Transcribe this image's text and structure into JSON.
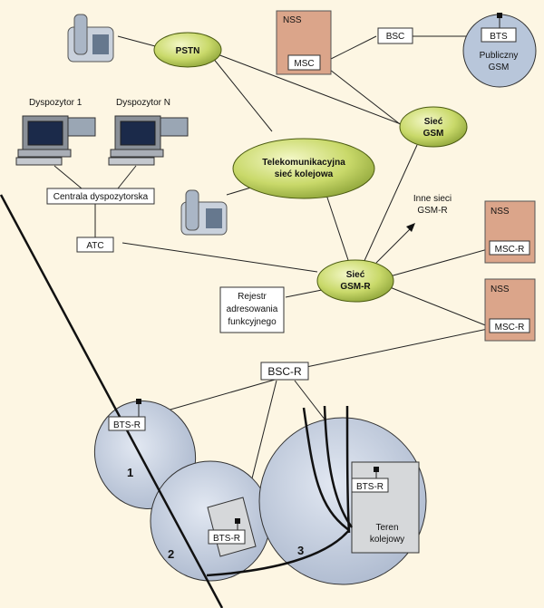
{
  "pstn": "PSTN",
  "telekom": [
    "Telekomunikacyjna",
    "sieć kolejowa"
  ],
  "siec_gsm": [
    "Sieć",
    "GSM"
  ],
  "siec_gsmr": [
    "Sieć",
    "GSM-R"
  ],
  "nss_top": "NSS",
  "msc_top": "MSC",
  "bsc_top": "BSC",
  "bts_top": "BTS",
  "publiczny_gsm": [
    "Publiczny",
    "GSM"
  ],
  "dyspozytor_1": "Dyspozytor 1",
  "dyspozytor_n": "Dyspozytor N",
  "centrala": "Centrala dyspozytorska",
  "atc": "ATC",
  "inne_sieci": [
    "Inne sieci",
    "GSM-R"
  ],
  "nss_r1": "NSS",
  "mscr_1": "MSC-R",
  "nss_r2": "NSS",
  "mscr_2": "MSC-R",
  "rejestr": [
    "Rejestr",
    "adresowania",
    "funkcyjnego"
  ],
  "bscr": "BSC-R",
  "btsr_1": "BTS-R",
  "btsr_2": "BTS-R",
  "btsr_3": "BTS-R",
  "cell_1": "1",
  "cell_2": "2",
  "cell_3": "3",
  "teren": [
    "Teren",
    "kolejowy"
  ]
}
